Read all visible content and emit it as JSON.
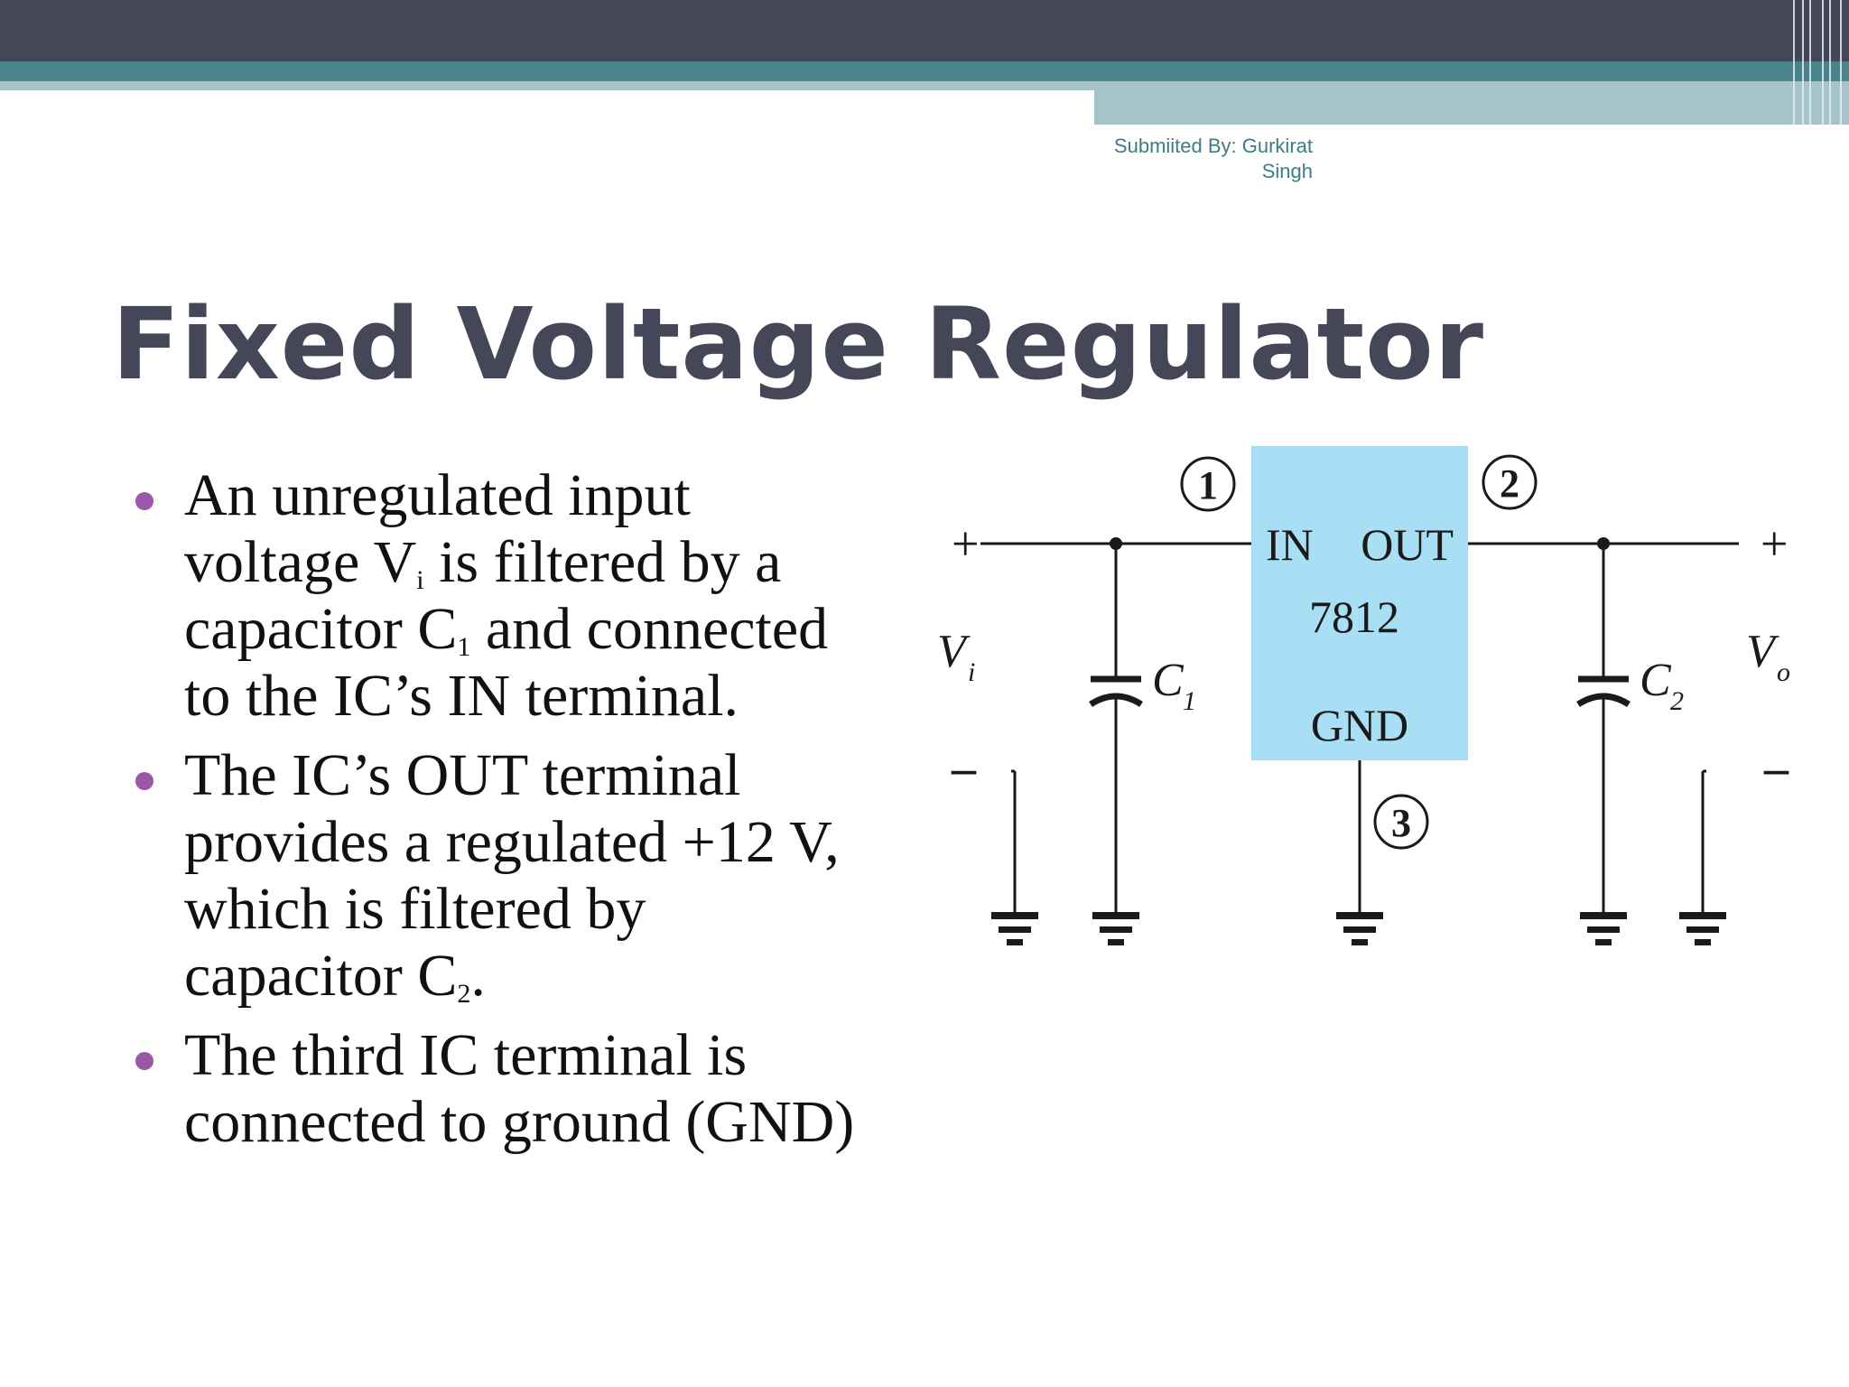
{
  "slide": {
    "submitted_by_line1": "Submiited By: Gurkirat",
    "submitted_by_line2": "Singh",
    "title": "Fixed Voltage Regulator"
  },
  "bullets": [
    {
      "pre": "An unregulated input voltage V",
      "sub1": "i",
      "mid": " is filtered by a capacitor C",
      "sub2": "1",
      "post": " and connected to the IC’s IN terminal."
    },
    {
      "pre": "The IC’s OUT terminal provides a regulated +12 V, which is filtered by capacitor  C",
      "sub1": "2",
      "post": "."
    },
    {
      "text": "The third IC terminal is connected to ground (GND)"
    }
  ],
  "circuit": {
    "ic_in": "IN",
    "ic_out": "OUT",
    "ic_part": "7812",
    "ic_gnd": "GND",
    "pin1": "1",
    "pin2": "2",
    "pin3": "3",
    "plus": "+",
    "minus": "–",
    "vi": "V",
    "vi_sub": "i",
    "vo": "V",
    "vo_sub": "o",
    "c1": "C",
    "c1_sub": "1",
    "c2": "C",
    "c2_sub": "2",
    "colors": {
      "ic_fill": "#a8dff5",
      "wire": "#1a1a1a"
    }
  },
  "theme": {
    "header_dark": "#464659",
    "header_teal": "#4a858b",
    "header_light": "#a5c4ca",
    "bullet": "#9b57a8",
    "title": "#464659"
  }
}
